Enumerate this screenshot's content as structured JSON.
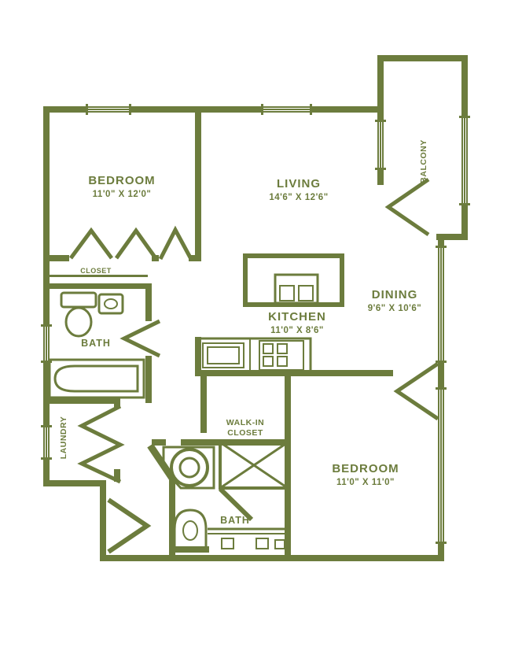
{
  "meta": {
    "accent_color": "#6C7C3D",
    "background_color": "#FFFFFF",
    "drawing_type": "apartment floor plan"
  },
  "rooms": {
    "bedroom1": {
      "name": "BEDROOM",
      "dims": "11'0\" X 12'0\""
    },
    "living": {
      "name": "LIVING",
      "dims": "14'6\" X 12'6\""
    },
    "balcony": {
      "name": "BALCONY"
    },
    "kitchen": {
      "name": "KITCHEN",
      "dims": "11'0\" X 8'6\""
    },
    "dining": {
      "name": "DINING",
      "dims": "9'6\" X 10'6\""
    },
    "bath1": {
      "name": "BATH"
    },
    "closet": {
      "name": "CLOSET"
    },
    "laundry": {
      "name": "LAUNDRY"
    },
    "walk_in_closet": {
      "line1": "WALK-IN",
      "line2": "CLOSET"
    },
    "bath2": {
      "name": "BATH"
    },
    "bedroom2": {
      "name": "BEDROOM",
      "dims": "11'0\" X 11'0\""
    }
  }
}
